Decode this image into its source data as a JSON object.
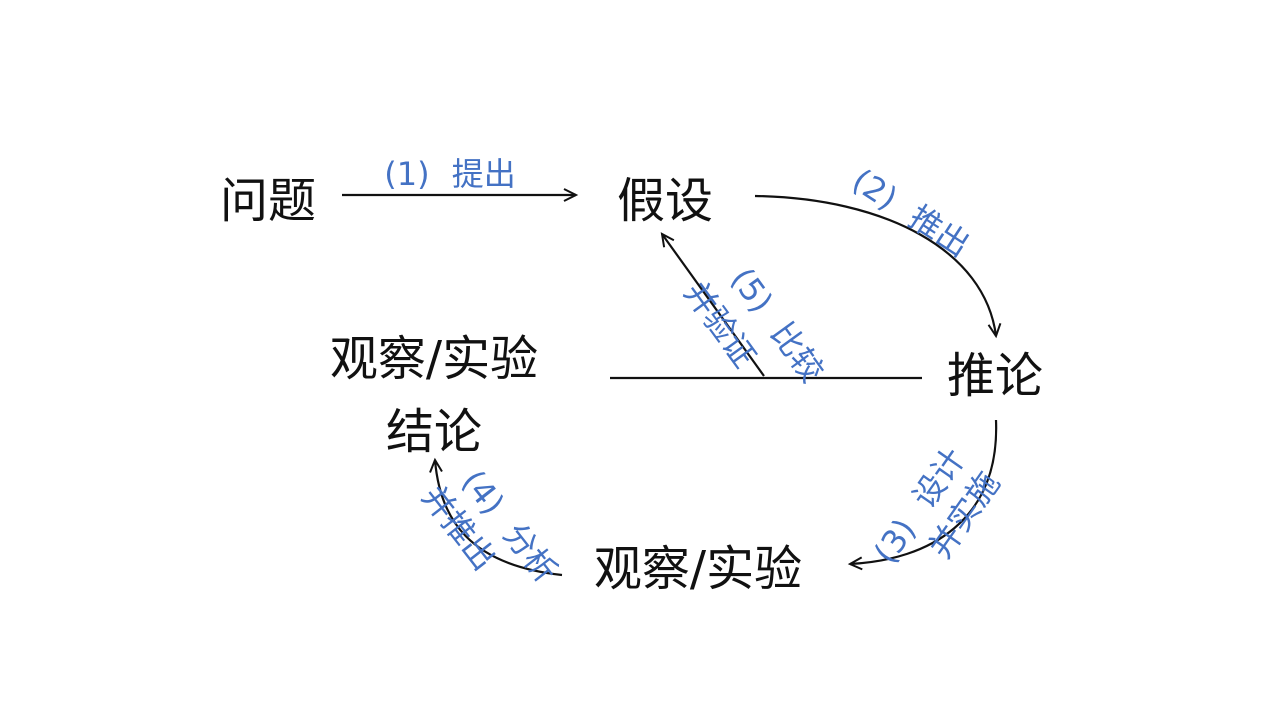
{
  "colors": {
    "node_text": "#111111",
    "edge_label": "#4472c4",
    "line": "#111111",
    "background": "#ffffff"
  },
  "nodes": {
    "question": "问题",
    "hypothesis": "假设",
    "deduction": "推论",
    "observation_bottom": "观察/实验",
    "observation_left": "观察/实验",
    "conclusion": "结论"
  },
  "edges": {
    "e1": {
      "num": "(1)",
      "verb": "提出"
    },
    "e2": {
      "num": "(2)",
      "verb": "推出"
    },
    "e3": {
      "num": "(3)",
      "verb": "设计",
      "extra": "并实施"
    },
    "e4": {
      "num": "(4)",
      "verb": "分析",
      "extra": "并推出"
    },
    "e5": {
      "num": "(5)",
      "verb": "比较",
      "extra": "并验证"
    }
  }
}
